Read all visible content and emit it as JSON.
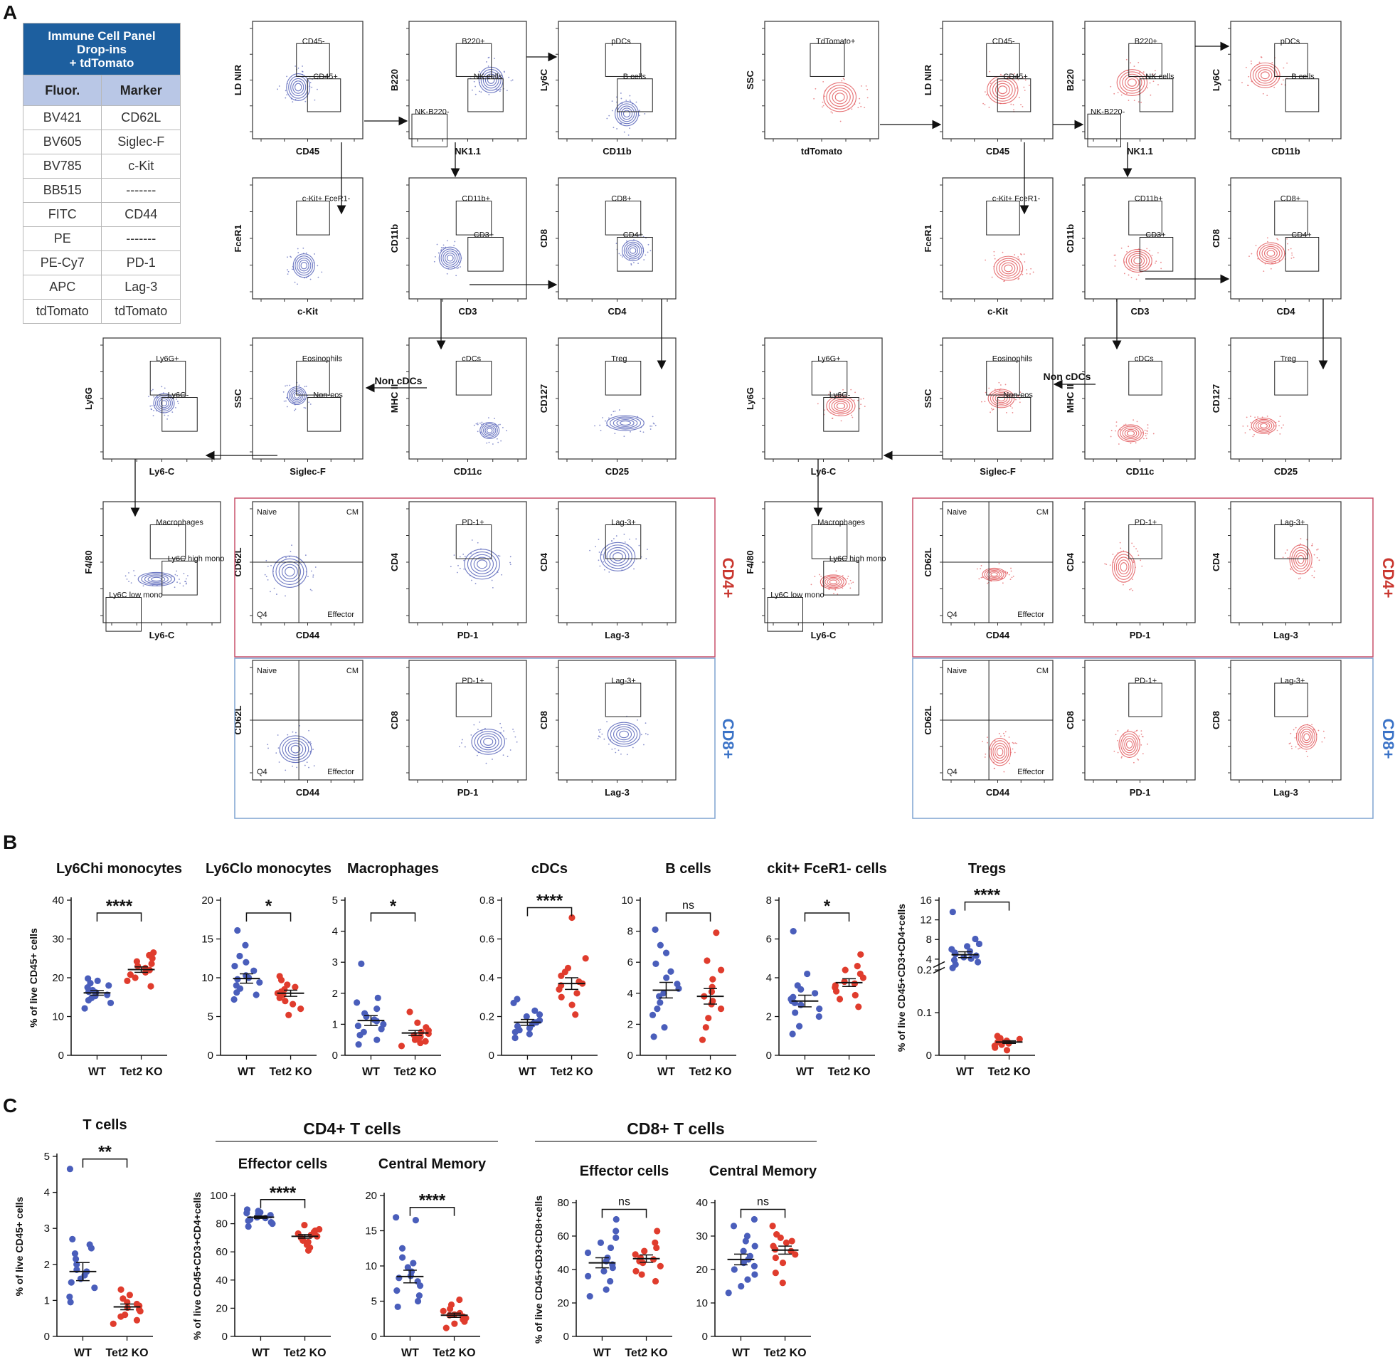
{
  "panel_labels": {
    "a": "A",
    "b": "B",
    "c": "C"
  },
  "panel_table": {
    "title_lines": [
      "Immune Cell Panel",
      "Drop-ins",
      "+ tdTomato"
    ],
    "headers": [
      "Fluor.",
      "Marker"
    ],
    "rows": [
      [
        "BV421",
        "CD62L"
      ],
      [
        "BV605",
        "Siglec-F"
      ],
      [
        "BV785",
        "c-Kit"
      ],
      [
        "BB515",
        "-------"
      ],
      [
        "FITC",
        "CD44"
      ],
      [
        "PE",
        "-------"
      ],
      [
        "PE-Cy7",
        "PD-1"
      ],
      [
        "APC",
        "Lag-3"
      ],
      [
        "tdTomato",
        "tdTomato"
      ]
    ]
  },
  "colors": {
    "wt": "#4a5ebb",
    "ko": "#e03c2d",
    "wt_flow": "#5561b8",
    "ko_flow": "#e2585c",
    "cd4_box": "#c9506a",
    "cd8_box": "#7fa3d1"
  },
  "group_labels": {
    "cd4": "CD4+",
    "cd8": "CD8+"
  },
  "gating": {
    "wt": [
      {
        "x": "CD45",
        "y": "LD NIR",
        "gates": [
          "CD45-",
          "CD45+"
        ]
      },
      {
        "x": "NK1.1",
        "y": "B220",
        "gates": [
          "B220+",
          "NK cells",
          "NK-B220-"
        ]
      },
      {
        "x": "CD11b",
        "y": "Ly6C",
        "gates": [
          "pDCs",
          "B cells"
        ]
      },
      {
        "x": "c-Kit",
        "y": "FceR1",
        "gates": [
          "c-Kit+ FceR1-"
        ]
      },
      {
        "x": "CD3",
        "y": "CD11b",
        "gates": [
          "CD11b+",
          "CD3+"
        ]
      },
      {
        "x": "CD4",
        "y": "CD8",
        "gates": [
          "CD8+",
          "CD4+"
        ]
      },
      {
        "x": "Ly6-C",
        "y": "Ly6G",
        "gates": [
          "Ly6G+",
          "Ly6G-"
        ]
      },
      {
        "x": "Siglec-F",
        "y": "SSC",
        "gates": [
          "Eosinophils",
          "Non-eos"
        ]
      },
      {
        "x": "CD11c",
        "y": "MHC II",
        "gates": [
          "cDCs"
        ]
      },
      {
        "x": "CD25",
        "y": "CD127",
        "gates": [
          "Treg"
        ]
      },
      {
        "x": "Ly6-C",
        "y": "F4/80",
        "gates": [
          "Macrophages",
          "Ly6C high mono",
          "Ly6C low mono"
        ]
      },
      {
        "x": "CD44",
        "y": "CD62L",
        "gates": [
          "Naive",
          "CM",
          "Q4",
          "Effector"
        ]
      },
      {
        "x": "PD-1",
        "y": "CD4",
        "gates": [
          "PD-1+"
        ]
      },
      {
        "x": "Lag-3",
        "y": "CD4",
        "gates": [
          "Lag-3+"
        ]
      },
      {
        "x": "CD44",
        "y": "CD62L",
        "gates": [
          "Naive",
          "CM",
          "Q4",
          "Effector"
        ]
      },
      {
        "x": "PD-1",
        "y": "CD8",
        "gates": [
          "PD-1+"
        ]
      },
      {
        "x": "Lag-3",
        "y": "CD8",
        "gates": [
          "Lag-3+"
        ]
      }
    ],
    "ko": [
      {
        "x": "tdTomato",
        "y": "SSC",
        "gates": [
          "TdTomato+"
        ]
      },
      {
        "x": "CD45",
        "y": "LD NIR",
        "gates": [
          "CD45-",
          "CD45+"
        ]
      },
      {
        "x": "NK1.1",
        "y": "B220",
        "gates": [
          "B220+",
          "NK cells",
          "NK-B220-"
        ]
      },
      {
        "x": "CD11b",
        "y": "Ly6C",
        "gates": [
          "pDCs",
          "B cells"
        ]
      },
      {
        "x": "c-Kit",
        "y": "FceR1",
        "gates": [
          "c-Kit+ FceR1-"
        ]
      },
      {
        "x": "CD3",
        "y": "CD11b",
        "gates": [
          "CD11b+",
          "CD3+"
        ]
      },
      {
        "x": "CD4",
        "y": "CD8",
        "gates": [
          "CD8+",
          "CD4+"
        ]
      },
      {
        "x": "Ly6-C",
        "y": "Ly6G",
        "gates": [
          "Ly6G+",
          "Ly6G-"
        ]
      },
      {
        "x": "Siglec-F",
        "y": "SSC",
        "gates": [
          "Eosinophils",
          "Non-eos"
        ]
      },
      {
        "x": "CD11c",
        "y": "MHC II",
        "gates": [
          "cDCs"
        ]
      },
      {
        "x": "CD25",
        "y": "CD127",
        "gates": [
          "Treg"
        ]
      },
      {
        "x": "Ly6-C",
        "y": "F4/80",
        "gates": [
          "Macrophages",
          "Ly6C high mono",
          "Ly6C low mono"
        ]
      },
      {
        "x": "CD44",
        "y": "CD62L",
        "gates": [
          "Naive",
          "CM",
          "Q4",
          "Effector"
        ]
      },
      {
        "x": "PD-1",
        "y": "CD4",
        "gates": [
          "PD-1+"
        ]
      },
      {
        "x": "Lag-3",
        "y": "CD4",
        "gates": [
          "Lag-3+"
        ]
      },
      {
        "x": "CD44",
        "y": "CD62L",
        "gates": [
          "Naive",
          "CM",
          "Q4",
          "Effector"
        ]
      },
      {
        "x": "PD-1",
        "y": "CD8",
        "gates": [
          "PD-1+"
        ]
      },
      {
        "x": "Lag-3",
        "y": "CD8",
        "gates": [
          "Lag-3+"
        ]
      }
    ],
    "non_cdcs_label": "Non cDCs"
  },
  "section_headers": {
    "cd4": "CD4+ T cells",
    "cd8": "CD8+ T cells"
  },
  "chart_data": [
    {
      "type": "scatter",
      "title": "Ly6Chi monocytes",
      "ylabel": "% of live CD45+ cells",
      "categories": [
        "WT",
        "Tet2 KO"
      ],
      "ylim": [
        0,
        40
      ],
      "yticks": [
        0,
        10,
        20,
        30,
        40
      ],
      "sig": "****",
      "series": [
        {
          "name": "WT",
          "values": [
            12.1,
            13.5,
            14.2,
            14.8,
            15.3,
            15.6,
            16.0,
            16.2,
            16.8,
            17.5,
            18.0,
            18.6,
            19.2,
            19.8,
            16.4
          ],
          "mean": 16.1,
          "sem": 0.6
        },
        {
          "name": "Tet2 KO",
          "values": [
            17.8,
            19.2,
            20.0,
            20.8,
            21.4,
            22.0,
            22.5,
            23.0,
            23.6,
            24.2,
            25.0,
            25.8,
            26.5
          ],
          "mean": 22.1,
          "sem": 0.7
        }
      ]
    },
    {
      "type": "scatter",
      "title": "Ly6Clo monocytes",
      "ylabel": "",
      "categories": [
        "WT",
        "Tet2 KO"
      ],
      "ylim": [
        0,
        20
      ],
      "yticks": [
        0,
        5,
        10,
        15,
        20
      ],
      "sig": "*",
      "series": [
        {
          "name": "WT",
          "values": [
            7.2,
            7.8,
            8.1,
            8.6,
            9.0,
            9.4,
            9.8,
            10.0,
            10.3,
            10.9,
            11.5,
            12.0,
            12.8,
            14.2,
            16.1
          ],
          "mean": 9.9,
          "sem": 0.6
        },
        {
          "name": "Tet2 KO",
          "values": [
            5.2,
            6.0,
            6.6,
            7.0,
            7.4,
            7.8,
            8.0,
            8.2,
            8.5,
            8.8,
            9.1,
            9.7,
            10.2
          ],
          "mean": 8.0,
          "sem": 0.4
        }
      ]
    },
    {
      "type": "scatter",
      "title": "Macrophages",
      "ylabel": "",
      "categories": [
        "WT",
        "Tet2 KO"
      ],
      "ylim": [
        0,
        5
      ],
      "yticks": [
        0,
        1,
        2,
        3,
        4,
        5
      ],
      "sig": "*",
      "series": [
        {
          "name": "WT",
          "values": [
            0.35,
            0.5,
            0.65,
            0.75,
            0.85,
            0.95,
            1.0,
            1.1,
            1.15,
            1.25,
            1.35,
            1.5,
            1.7,
            1.85,
            2.95
          ],
          "mean": 1.12,
          "sem": 0.16
        },
        {
          "name": "Tet2 KO",
          "values": [
            0.3,
            0.4,
            0.45,
            0.5,
            0.55,
            0.6,
            0.65,
            0.7,
            0.75,
            0.8,
            0.9,
            1.05,
            1.4
          ],
          "mean": 0.72,
          "sem": 0.08
        }
      ]
    },
    {
      "type": "scatter",
      "title": "cDCs",
      "ylabel": "",
      "categories": [
        "WT",
        "Tet2 KO"
      ],
      "ylim": [
        0,
        0.8
      ],
      "yticks": [
        0,
        0.2,
        0.4,
        0.6,
        0.8
      ],
      "sig": "****",
      "series": [
        {
          "name": "WT",
          "values": [
            0.09,
            0.11,
            0.12,
            0.13,
            0.14,
            0.15,
            0.16,
            0.17,
            0.17,
            0.18,
            0.2,
            0.21,
            0.23,
            0.27,
            0.29
          ],
          "mean": 0.17,
          "sem": 0.015
        },
        {
          "name": "Tet2 KO",
          "values": [
            0.21,
            0.26,
            0.3,
            0.32,
            0.34,
            0.36,
            0.37,
            0.38,
            0.41,
            0.43,
            0.45,
            0.5,
            0.71
          ],
          "mean": 0.37,
          "sem": 0.03
        }
      ]
    },
    {
      "type": "scatter",
      "title": "B cells",
      "ylabel": "",
      "categories": [
        "WT",
        "Tet2 KO"
      ],
      "ylim": [
        0,
        10
      ],
      "yticks": [
        0,
        2,
        4,
        6,
        8,
        10
      ],
      "sig": "ns",
      "series": [
        {
          "name": "WT",
          "values": [
            1.2,
            1.8,
            2.6,
            3.0,
            3.4,
            3.8,
            4.0,
            4.3,
            4.6,
            5.0,
            5.4,
            5.9,
            6.6,
            7.1,
            8.1
          ],
          "mean": 4.2,
          "sem": 0.5
        },
        {
          "name": "Tet2 KO",
          "values": [
            1.0,
            1.8,
            2.4,
            3.0,
            3.3,
            3.5,
            3.8,
            4.1,
            4.4,
            4.9,
            5.5,
            6.1,
            7.9
          ],
          "mean": 3.8,
          "sem": 0.5
        }
      ]
    },
    {
      "type": "scatter",
      "title": "ckit+ FceR1- cells",
      "ylabel": "",
      "categories": [
        "WT",
        "Tet2 KO"
      ],
      "ylim": [
        0,
        8
      ],
      "yticks": [
        0,
        2,
        4,
        6,
        8
      ],
      "sig": "*",
      "series": [
        {
          "name": "WT",
          "values": [
            1.1,
            1.5,
            2.0,
            2.2,
            2.4,
            2.6,
            2.7,
            2.8,
            2.9,
            3.0,
            3.2,
            3.4,
            3.6,
            4.2,
            6.4
          ],
          "mean": 2.8,
          "sem": 0.3
        },
        {
          "name": "Tet2 KO",
          "values": [
            2.5,
            2.9,
            3.1,
            3.3,
            3.5,
            3.6,
            3.7,
            3.8,
            4.0,
            4.2,
            4.4,
            4.6,
            5.2
          ],
          "mean": 3.75,
          "sem": 0.2
        }
      ]
    },
    {
      "type": "scatter",
      "title": "Tregs",
      "ylabel": "% of live CD45+CD3+CD4+cells",
      "categories": [
        "WT",
        "Tet2 KO"
      ],
      "ylim": [
        0,
        16
      ],
      "yticks": [
        0.0,
        0.1,
        0.2,
        4,
        8,
        12,
        16
      ],
      "axis_break": [
        0.2,
        4
      ],
      "sig": "****",
      "series": [
        {
          "name": "WT",
          "values": [
            2.2,
            2.9,
            3.4,
            3.8,
            4.1,
            4.4,
            4.7,
            5.0,
            5.3,
            5.6,
            6.0,
            6.6,
            7.1,
            8.1,
            13.6
          ],
          "mean": 4.9,
          "sem": 0.6
        },
        {
          "name": "Tet2 KO",
          "values": [
            0.012,
            0.018,
            0.022,
            0.025,
            0.028,
            0.03,
            0.031,
            0.032,
            0.034,
            0.036,
            0.038,
            0.04,
            0.045
          ],
          "mean": 0.031,
          "sem": 0.003
        }
      ]
    },
    {
      "type": "scatter",
      "title": "T cells",
      "ylabel": "% of live CD45+ cells",
      "categories": [
        "WT",
        "Tet2 KO"
      ],
      "ylim": [
        0,
        5
      ],
      "yticks": [
        0,
        1,
        2,
        3,
        4,
        5
      ],
      "sig": "**",
      "series": [
        {
          "name": "WT",
          "values": [
            0.95,
            1.1,
            1.35,
            1.5,
            1.6,
            1.7,
            1.8,
            1.85,
            2.0,
            2.15,
            2.3,
            2.45,
            2.55,
            2.7,
            4.65
          ],
          "mean": 1.8,
          "sem": 0.25
        },
        {
          "name": "Tet2 KO",
          "values": [
            0.35,
            0.45,
            0.55,
            0.6,
            0.7,
            0.75,
            0.8,
            0.85,
            0.9,
            0.95,
            1.05,
            1.15,
            1.3
          ],
          "mean": 0.82,
          "sem": 0.08
        }
      ]
    },
    {
      "type": "scatter",
      "title": "Effector cells",
      "ylabel": "% of live CD45+CD3+CD4+cells",
      "categories": [
        "WT",
        "Tet2 KO"
      ],
      "ylim": [
        0,
        100
      ],
      "yticks": [
        0,
        20,
        40,
        60,
        80,
        100
      ],
      "sig": "****",
      "group": "CD4+ T cells",
      "series": [
        {
          "name": "WT",
          "values": [
            78,
            80,
            81,
            82,
            83,
            84,
            84.5,
            85,
            85.5,
            86,
            87,
            87.5,
            88,
            89,
            90
          ],
          "mean": 84.6,
          "sem": 0.8
        },
        {
          "name": "Tet2 KO",
          "values": [
            61,
            63,
            65,
            67,
            68,
            70,
            71,
            72,
            73,
            74,
            75,
            76,
            79
          ],
          "mean": 71.0,
          "sem": 1.3
        }
      ]
    },
    {
      "type": "scatter",
      "title": "Central Memory",
      "ylabel": "",
      "categories": [
        "WT",
        "Tet2 KO"
      ],
      "ylim": [
        0,
        20
      ],
      "yticks": [
        0,
        5,
        10,
        15,
        20
      ],
      "sig": "****",
      "group": "CD4+ T cells",
      "series": [
        {
          "name": "WT",
          "values": [
            4.2,
            5.0,
            5.8,
            6.5,
            7.2,
            7.8,
            8.3,
            8.6,
            9.2,
            9.8,
            10.4,
            11.2,
            12.5,
            16.5,
            16.9
          ],
          "mean": 8.5,
          "sem": 0.9
        },
        {
          "name": "Tet2 KO",
          "values": [
            1.2,
            1.8,
            2.1,
            2.4,
            2.6,
            2.8,
            3.0,
            3.1,
            3.3,
            3.6,
            3.9,
            4.5,
            5.2
          ],
          "mean": 3.0,
          "sem": 0.3
        }
      ]
    },
    {
      "type": "scatter",
      "title": "Effector cells",
      "ylabel": "% of live CD45+CD3+CD8+cells",
      "categories": [
        "WT",
        "Tet2 KO"
      ],
      "ylim": [
        0,
        80
      ],
      "yticks": [
        0,
        20,
        40,
        60,
        80
      ],
      "sig": "ns",
      "group": "CD8+ T cells",
      "series": [
        {
          "name": "WT",
          "values": [
            24,
            28,
            33,
            36,
            39,
            41,
            43,
            45,
            47,
            50,
            53,
            56,
            59,
            63,
            70
          ],
          "mean": 44.0,
          "sem": 3.0
        },
        {
          "name": "Tet2 KO",
          "values": [
            33,
            37,
            39,
            42,
            44,
            45,
            46,
            47,
            49,
            51,
            53,
            56,
            63
          ],
          "mean": 46.5,
          "sem": 2.2
        }
      ]
    },
    {
      "type": "scatter",
      "title": "Central Memory",
      "ylabel": "",
      "categories": [
        "WT",
        "Tet2 KO"
      ],
      "ylim": [
        0,
        40
      ],
      "yticks": [
        0,
        10,
        20,
        30,
        40
      ],
      "sig": "ns",
      "group": "CD8+ T cells",
      "series": [
        {
          "name": "WT",
          "values": [
            13,
            15,
            17,
            18.5,
            20,
            21,
            22,
            23,
            24,
            25.5,
            27,
            28.5,
            30,
            33,
            35
          ],
          "mean": 23.0,
          "sem": 1.6
        },
        {
          "name": "Tet2 KO",
          "values": [
            16,
            19,
            22,
            23.5,
            24.5,
            25.5,
            26,
            27,
            28,
            28.5,
            29.5,
            30.5,
            33
          ],
          "mean": 25.8,
          "sem": 1.2
        }
      ]
    }
  ]
}
